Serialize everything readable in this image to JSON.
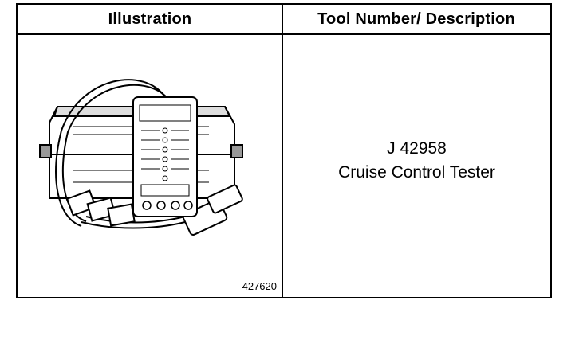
{
  "table": {
    "header_illustration": "Illustration",
    "header_tool": "Tool Number/ Description"
  },
  "tool": {
    "number": "J 42958",
    "description": "Cruise Control Tester",
    "figure_id": "427620"
  },
  "illustration": {
    "subject": "cruise-control-tester-with-case-and-cables"
  }
}
